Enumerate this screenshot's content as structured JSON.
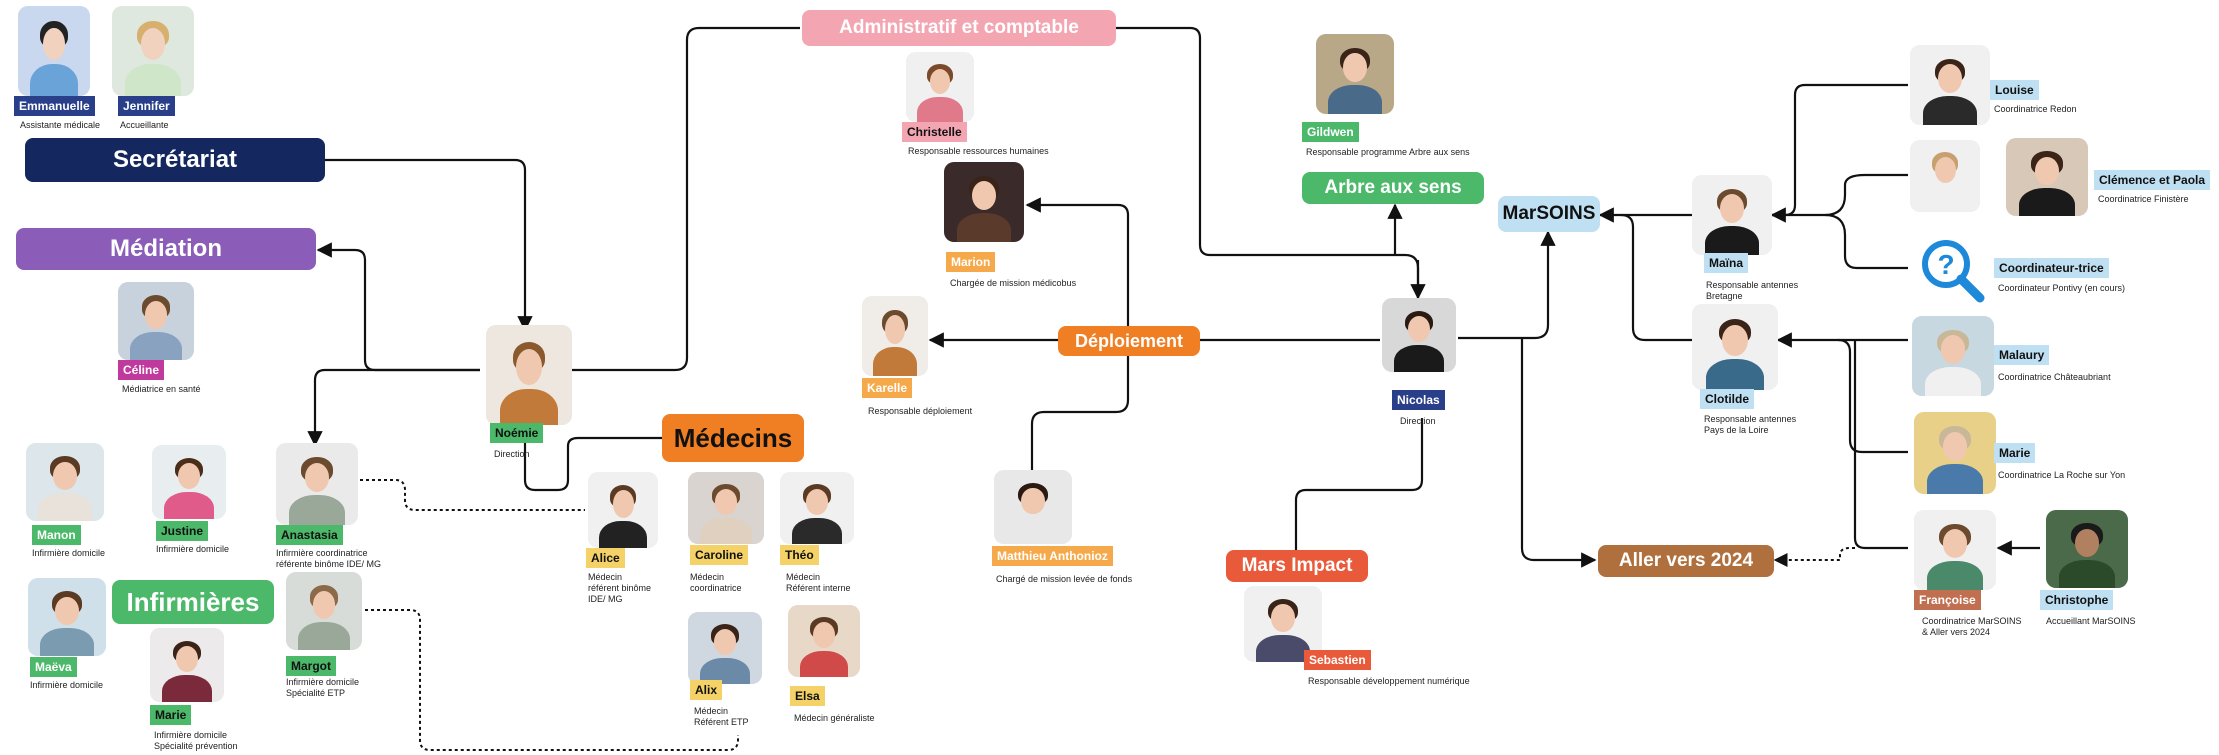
{
  "departments": {
    "secretariat": "Secrétariat",
    "mediation": "Médiation",
    "administratif": "Administratif et comptable",
    "medecins": "Médecins",
    "deploiement": "Déploiement",
    "arbre": "Arbre aux sens",
    "marsoins": "MarSOINS",
    "mars_impact": "Mars Impact",
    "aller_vers": "Aller vers 2024",
    "infirmieres": "Infirmières"
  },
  "people": {
    "emmanuelle": {
      "name": "Emmanuelle",
      "role": "Assistante médicale"
    },
    "jennifer": {
      "name": "Jennifer",
      "role": "Accueillante"
    },
    "celine": {
      "name": "Céline",
      "role": "Médiatrice en santé"
    },
    "noemie": {
      "name": "Noémie",
      "role": "Direction"
    },
    "anastasia": {
      "name": "Anastasia",
      "role": "Infirmière coordinatrice\nréférente binôme IDE/ MG"
    },
    "manon": {
      "name": "Manon",
      "role": "Infirmière domicile"
    },
    "justine": {
      "name": "Justine",
      "role": "Infirmière domicile"
    },
    "maeva": {
      "name": "Maëva",
      "role": "Infirmière domicile"
    },
    "marie_inf": {
      "name": "Marie",
      "role": "Infirmière domicile\nSpécialité prévention"
    },
    "margot": {
      "name": "Margot",
      "role": "Infirmière domicile\nSpécialité ETP"
    },
    "alice": {
      "name": "Alice",
      "role": "Médecin\nréférent binôme\nIDE/ MG"
    },
    "caroline": {
      "name": "Caroline",
      "role": "Médecin\ncoordinatrice"
    },
    "theo": {
      "name": "Théo",
      "role": "Médecin\nRéférent interne"
    },
    "alix": {
      "name": "Alix",
      "role": "Médecin\nRéférent ETP"
    },
    "elsa": {
      "name": "Elsa",
      "role": "Médecin généraliste"
    },
    "christelle": {
      "name": "Christelle",
      "role": "Responsable ressources humaines"
    },
    "marion": {
      "name": "Marion",
      "role": "Chargée de mission médicobus"
    },
    "karelle": {
      "name": "Karelle",
      "role": "Responsable déploiement"
    },
    "matthieu": {
      "name": "Matthieu Anthonioz",
      "role": "Chargé de mission levée de fonds"
    },
    "gildwen": {
      "name": "Gildwen",
      "role": "Responsable programme Arbre aux sens"
    },
    "nicolas": {
      "name": "Nicolas",
      "role": "Direction"
    },
    "sebastien": {
      "name": "Sebastien",
      "role": "Responsable développement numérique"
    },
    "maina": {
      "name": "Maïna",
      "role": "Responsable antennes\nBretagne"
    },
    "clotilde": {
      "name": "Clotilde",
      "role": "Responsable antennes\nPays de la Loire"
    },
    "louise": {
      "name": "Louise",
      "role": "Coordinatrice Redon"
    },
    "clemence": {
      "name": "Clémence et Paola",
      "role": "Coordinatrice Finistère"
    },
    "coordinateur": {
      "name": "Coordinateur-trice",
      "role": "Coordinateur Pontivy (en cours)"
    },
    "malaury": {
      "name": "Malaury",
      "role": "Coordinatrice Châteaubriant"
    },
    "marie_yon": {
      "name": "Marie",
      "role": "Coordinatrice La Roche sur Yon"
    },
    "francoise": {
      "name": "Françoise",
      "role": "Coordinatrice MarSOINS\n& Aller vers 2024"
    },
    "christophe": {
      "name": "Christophe",
      "role": "Accueillant MarSOINS"
    }
  },
  "colors": {
    "secretariat": "#14285f",
    "mediation": "#8b5cb8",
    "administratif": "#f3a6b2",
    "medecins": "#f07e22",
    "deploiement": "#f07e22",
    "arbre": "#4cb86a",
    "marsoins": "#bfdff2",
    "mars_impact": "#e95a3b",
    "aller_vers": "#b0703d",
    "infirmieres": "#4cb86a",
    "name_green": "#4cb86a",
    "name_yellow": "#f4d267",
    "name_pink": "#f3a6b2",
    "name_purple": "#c0399c",
    "name_navy": "#2a3f8a",
    "name_lightblue": "#bfdff2",
    "name_orange": "#f6a94a",
    "name_red": "#e95a3b",
    "name_brown": "#c07050",
    "connector": "#111111"
  },
  "icons": {
    "coordinateur": "search-question-icon"
  }
}
